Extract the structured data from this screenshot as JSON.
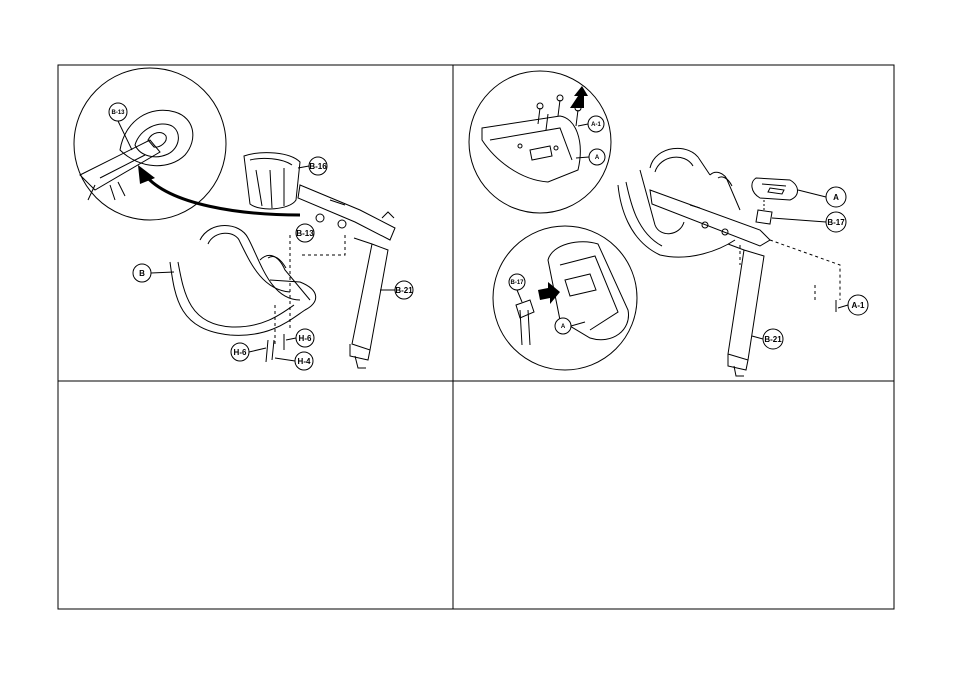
{
  "panels": [
    {
      "name": "step-left",
      "callouts": {
        "b13_zoom": "B-13",
        "b16": "B-16",
        "b13": "B-13",
        "b": "B",
        "b21": "B-21",
        "h6_left": "H-6",
        "h6_right": "H-6",
        "h4": "H-4"
      }
    },
    {
      "name": "step-right",
      "callouts": {
        "a1_zoom": "A-1",
        "a_zoom_top": "A",
        "b17_zoom": "B-17",
        "a_zoom_bottom": "A",
        "a": "A",
        "b17": "B-17",
        "a1": "A-1",
        "b21": "B-21"
      }
    }
  ],
  "icons": {
    "arrow": "curved-arrow-icon",
    "block_arrow": "block-arrow-icon"
  }
}
